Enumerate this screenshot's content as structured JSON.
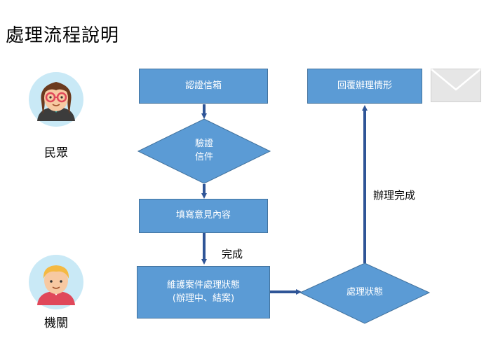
{
  "title": "處理流程說明",
  "actors": {
    "citizen": "民眾",
    "agency": "機關"
  },
  "nodes": {
    "verify_email": "認證信箱",
    "verify_letter": [
      "驗證",
      "信件"
    ],
    "fill_opinion": "填寫意見內容",
    "maintain_status": [
      "維護案件處理狀態",
      "(辦理中、結案)"
    ],
    "process_status": "處理狀態",
    "reply_status": "回覆辦理情形"
  },
  "edges": {
    "complete": "完成",
    "process_complete": "辦理完成"
  },
  "colors": {
    "node_fill": "#5b9bd5",
    "node_border": "#41719c",
    "arrow": "#2f5597"
  }
}
